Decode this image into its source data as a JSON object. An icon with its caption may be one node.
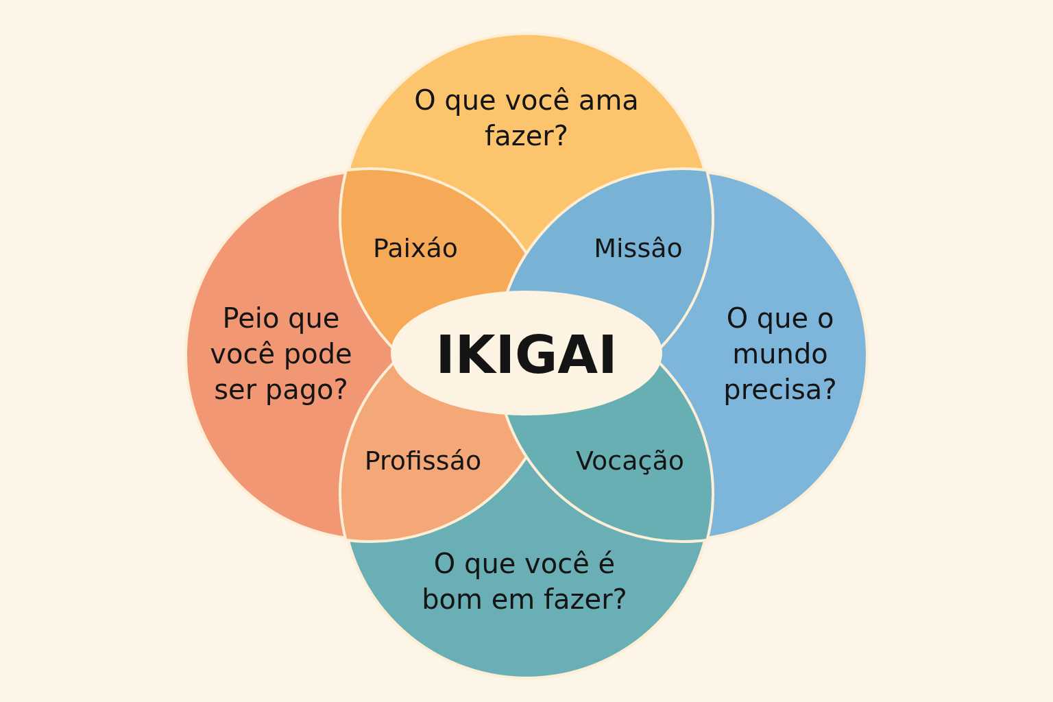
{
  "diagram": {
    "nodes": [
      {
        "text": [
          "O que você ama fazer?"
        ]
      },
      {
        "text": [
          "Paixáo"
        ]
      },
      {
        "text": [
          "Missâo"
        ]
      },
      {
        "text": [
          "Peio que você pode ser pago?"
        ]
      },
      {
        "text": [
          "IKIGAI"
        ]
      },
      {
        "text": [
          "O que o mundo precisa?"
        ]
      },
      {
        "text": [
          "Profissáo"
        ]
      },
      {
        "text": [
          "Vocação"
        ]
      },
      {
        "text": [
          "O que você é bom em fazer?"
        ]
      }
    ]
  }
}
